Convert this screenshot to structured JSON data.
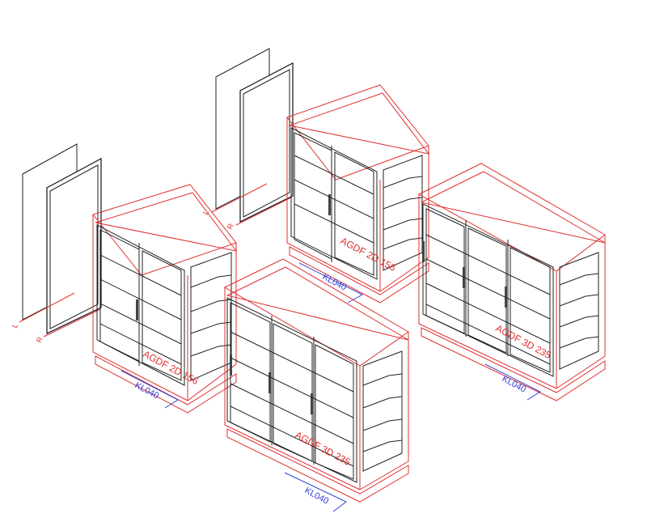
{
  "cabinets": [
    {
      "model": "AGDF 2D 156",
      "code": "KL040"
    },
    {
      "model": "AGDF 2D 156",
      "code": "KL040"
    },
    {
      "model": "AGDF 3D 235",
      "code": "KL040"
    },
    {
      "model": "AGDF 3D 235",
      "code": "KL040"
    }
  ],
  "door_panels": [
    {
      "left": "L",
      "right": "R"
    },
    {
      "left": "L",
      "right": "R"
    }
  ],
  "colors": {
    "outline": "#e03030",
    "fixture": "#222222",
    "dimension": "#3040d8"
  }
}
